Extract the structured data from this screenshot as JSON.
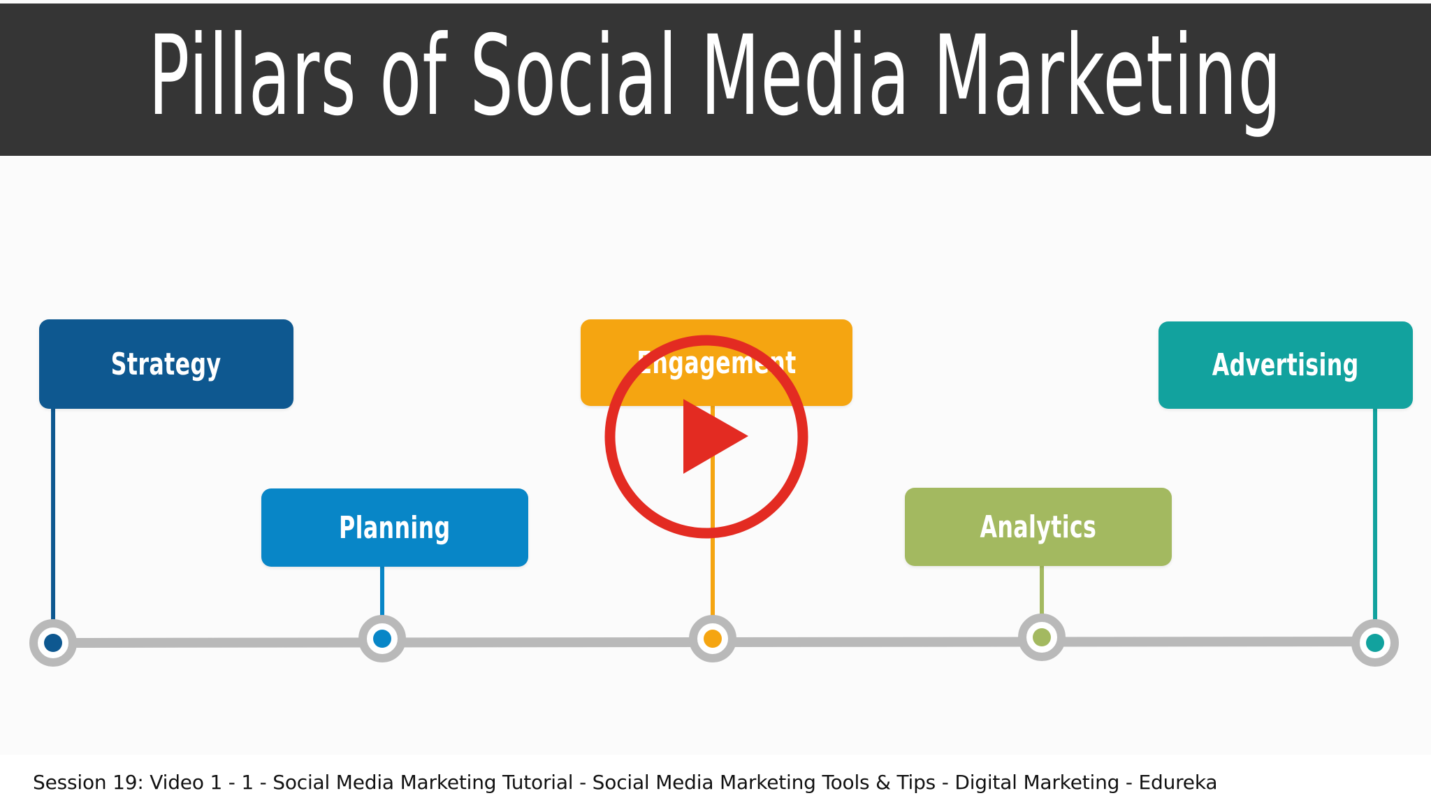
{
  "video": {
    "title": "Pillars of Social Media Marketing",
    "caption": "Session 19: Video 1 - 1 - Social Media Marketing Tutorial - Social Media Marketing Tools & Tips - Digital Marketing - Edureka"
  },
  "pillars": [
    {
      "label": "Strategy",
      "color": "#0e5890"
    },
    {
      "label": "Planning",
      "color": "#0886c7"
    },
    {
      "label": "Engagement",
      "color": "#f5a511"
    },
    {
      "label": "Analytics",
      "color": "#a3b960"
    },
    {
      "label": "Advertising",
      "color": "#12a29e"
    }
  ],
  "colors": {
    "title_bar": "#353535",
    "timeline": "#b9b9b9",
    "play_button": "#e32b22"
  },
  "icons": {
    "play": "play-icon"
  }
}
